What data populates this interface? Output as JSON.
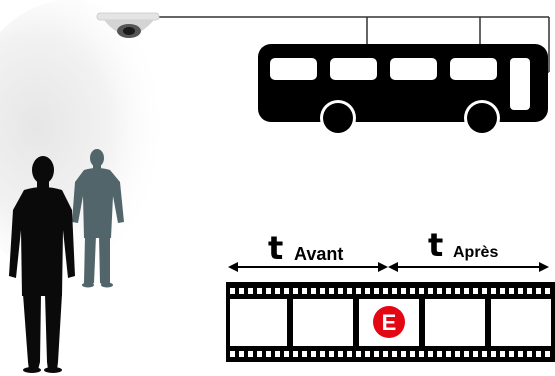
{
  "timeline": {
    "before": {
      "symbol": "t",
      "label": "Avant"
    },
    "after": {
      "symbol": "t",
      "label": "Après"
    }
  },
  "event_marker": {
    "letter": "E"
  },
  "colors": {
    "bus": "#000000",
    "event_red": "#e30613",
    "person_front": "#0a0a0a",
    "person_back": "#52656b",
    "wire": "#333333",
    "film": "#000000"
  },
  "icons": [
    "dome-camera-icon",
    "bus-icon",
    "person-icon",
    "film-strip-icon"
  ]
}
